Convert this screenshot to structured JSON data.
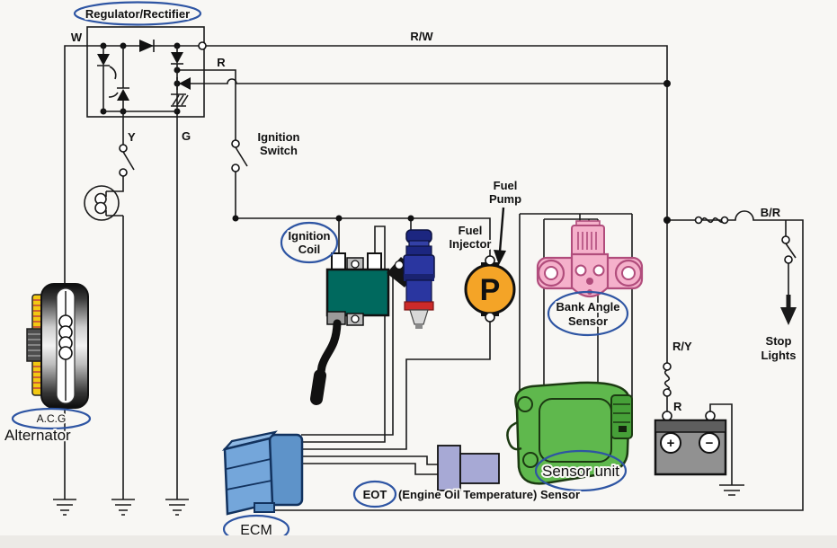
{
  "labels": {
    "regulator_rectifier": "Regulator/Rectifier",
    "ignition_switch": [
      "Ignition",
      "Switch"
    ],
    "ignition_coil": [
      "Ignition",
      "Coil"
    ],
    "fuel_pump": [
      "Fuel",
      "Pump"
    ],
    "fuel_pump_symbol": "P",
    "fuel_injector": [
      "Fuel",
      "Injector"
    ],
    "bank_angle_sensor": [
      "Bank Angle",
      "Sensor"
    ],
    "sensor_unit": "Sensor unit",
    "ecm": "ECM",
    "eot_abbr": "EOT",
    "eot_rest": "(Engine Oil Temperature) Sensor",
    "stop_lights": [
      "Stop",
      "Lights"
    ],
    "acg": "A.C.G",
    "alternator": "Alternator",
    "battery_plus": "+",
    "battery_minus": "−"
  },
  "wire_labels": {
    "w": "W",
    "rw": "R/W",
    "r": "R",
    "y": "Y",
    "g": "G",
    "br": "B/R",
    "ry": "R/Y",
    "r_battery": "R"
  },
  "colors": {
    "label_oval_blue": "#2e55a3",
    "wire_black": "#1a1a1a",
    "ignition_coil_teal": "#00695e",
    "fuel_pump_orange": "#f4a427",
    "injector_navy": "#2a36a0",
    "bank_sensor_pink": "#f5b1cb",
    "sensor_unit_green": "#5fb84d",
    "ecm_blue": "#74a6da",
    "eot_lavender": "#a7a9d5",
    "battery_gray": "#919191"
  }
}
